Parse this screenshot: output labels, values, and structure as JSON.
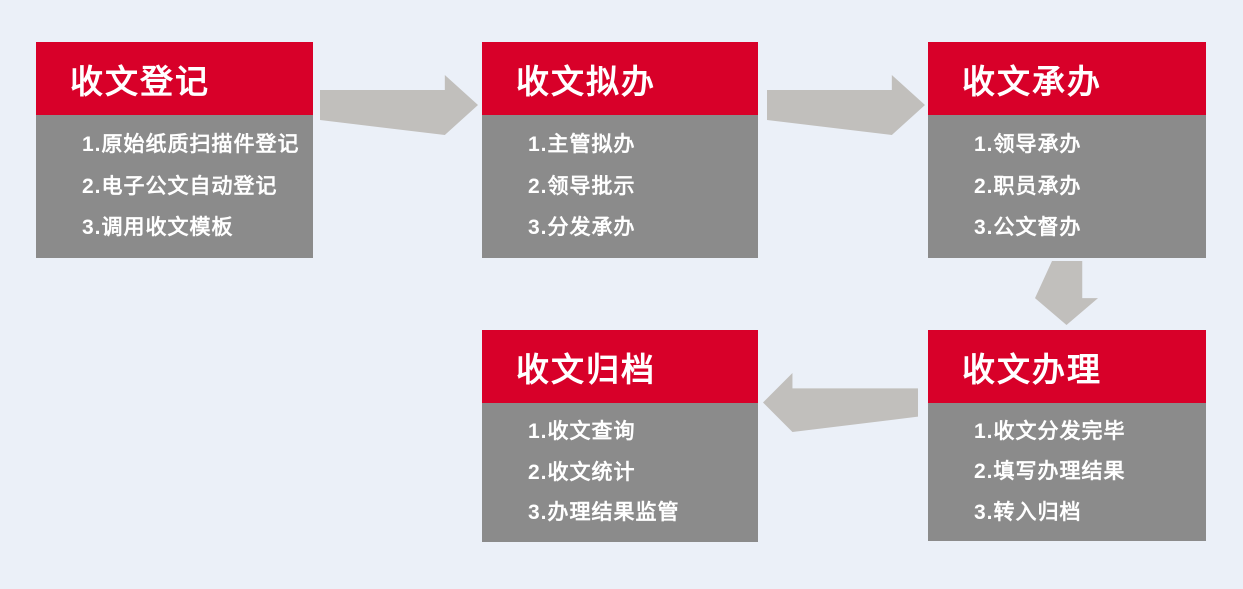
{
  "colors": {
    "background": "#ebf0f8",
    "header_red": "#d80029",
    "body_gray": "#8b8b8b",
    "arrow_gray": "#c1bfbc",
    "text_white": "#ffffff"
  },
  "boxes": [
    {
      "title": "收文登记",
      "items": [
        "1.原始纸质扫描件登记",
        "2.电子公文自动登记",
        "3.调用收文模板"
      ]
    },
    {
      "title": "收文拟办",
      "items": [
        "1.主管拟办",
        "2.领导批示",
        "3.分发承办"
      ]
    },
    {
      "title": "收文承办",
      "items": [
        "1.领导承办",
        "2.职员承办",
        "3.公文督办"
      ]
    },
    {
      "title": "收文办理",
      "items": [
        "1.收文分发完毕",
        "2.填写办理结果",
        "3.转入归档"
      ]
    },
    {
      "title": "收文归档",
      "items": [
        "1.收文查询",
        "2.收文统计",
        "3.办理结果监管"
      ]
    }
  ],
  "flow": [
    {
      "from": "收文登记",
      "to": "收文拟办",
      "direction": "right"
    },
    {
      "from": "收文拟办",
      "to": "收文承办",
      "direction": "right"
    },
    {
      "from": "收文承办",
      "to": "收文办理",
      "direction": "down"
    },
    {
      "from": "收文办理",
      "to": "收文归档",
      "direction": "left"
    }
  ]
}
